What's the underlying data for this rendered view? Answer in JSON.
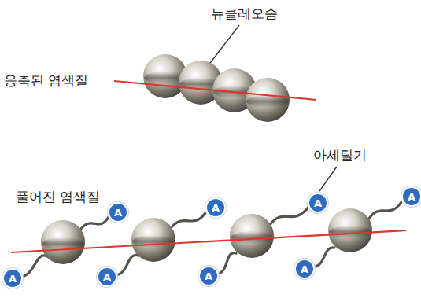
{
  "diagram": {
    "nodes": [
      {
        "text": [
          "A"
        ]
      },
      {
        "text": [
          "A"
        ]
      },
      {
        "text": [
          "A"
        ]
      },
      {
        "text": [
          "A"
        ]
      },
      {
        "text": [
          "A"
        ]
      },
      {
        "text": [
          "A"
        ]
      },
      {
        "text": [
          "A"
        ]
      },
      {
        "text": [
          "A"
        ]
      }
    ],
    "labels": [
      "뉴클레오솜",
      "응축된 염색질",
      "아세틸기",
      "풀어진 염색질"
    ]
  }
}
